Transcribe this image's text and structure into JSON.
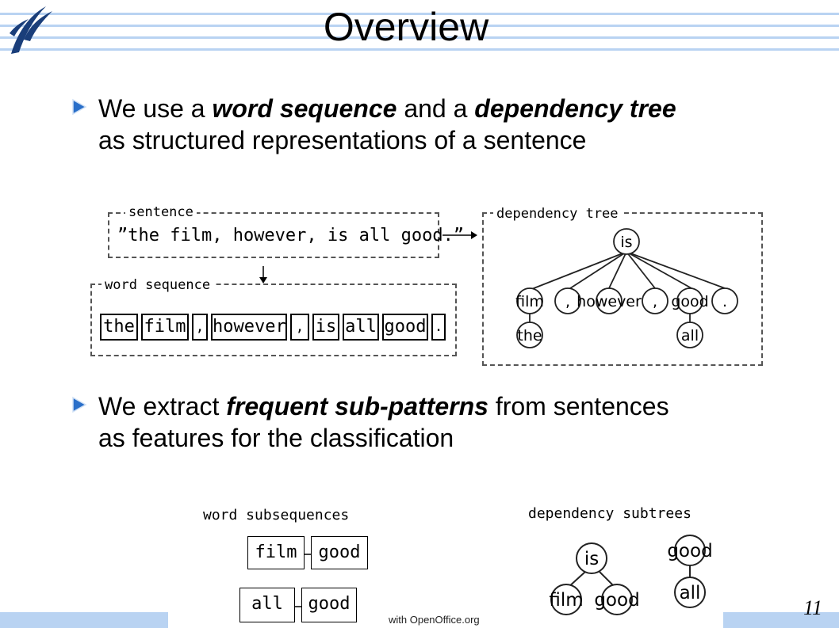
{
  "slide": {
    "title": "Overview",
    "page_number": "11",
    "footer": "with OpenOffice.org"
  },
  "bullets": [
    {
      "pre": "We use a ",
      "em1": "word sequence",
      "mid": " and a ",
      "em2": "dependency tree",
      "line2": "as structured representations of a sentence"
    },
    {
      "pre": "We extract ",
      "em1": "frequent sub-patterns",
      "post": " from sentences",
      "line2": "as features for the classification"
    }
  ],
  "figure1": {
    "sentence_label": "sentence",
    "sentence_text": "”the film, however, is all good.”",
    "word_sequence_label": "word sequence",
    "tokens": [
      "the",
      "film",
      ",",
      "however",
      ",",
      "is",
      "all",
      "good",
      "."
    ],
    "dependency_tree_label": "dependency tree",
    "tree": {
      "root": "is",
      "children": [
        "film",
        ",",
        "however",
        ",",
        "good",
        "."
      ],
      "film_child": "the",
      "good_child": "all"
    }
  },
  "figure2": {
    "word_subsequences_label": "word subsequences",
    "subseq1": [
      "film",
      "good"
    ],
    "subseq2": [
      "all",
      "good"
    ],
    "dependency_subtrees_label": "dependency subtrees",
    "subtree1": {
      "root": "is",
      "left": "film",
      "right": "good"
    },
    "subtree2": {
      "root": "good",
      "child": "all"
    }
  },
  "colors": {
    "accent_stripe": "#b9d3f2",
    "bullet_blue": "#2a6fc9"
  }
}
